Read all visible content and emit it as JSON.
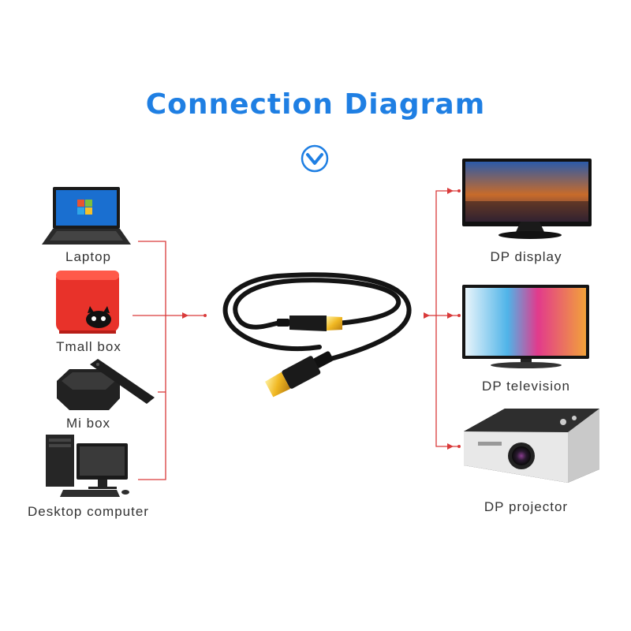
{
  "title": "Connection Diagram",
  "accent_color": "#1f7fe3",
  "line_color": "#d93a3a",
  "sources": [
    {
      "label": "Laptop",
      "icon": "laptop-icon"
    },
    {
      "label": "Tmall box",
      "icon": "tmall-box-icon"
    },
    {
      "label": "Mi box",
      "icon": "mi-box-icon"
    },
    {
      "label": "Desktop computer",
      "icon": "desktop-computer-icon"
    }
  ],
  "center": {
    "icon": "displayport-cable-icon"
  },
  "targets": [
    {
      "label": "DP display",
      "icon": "dp-display-icon"
    },
    {
      "label": "DP television",
      "icon": "dp-television-icon"
    },
    {
      "label": "DP projector",
      "icon": "dp-projector-icon"
    }
  ]
}
